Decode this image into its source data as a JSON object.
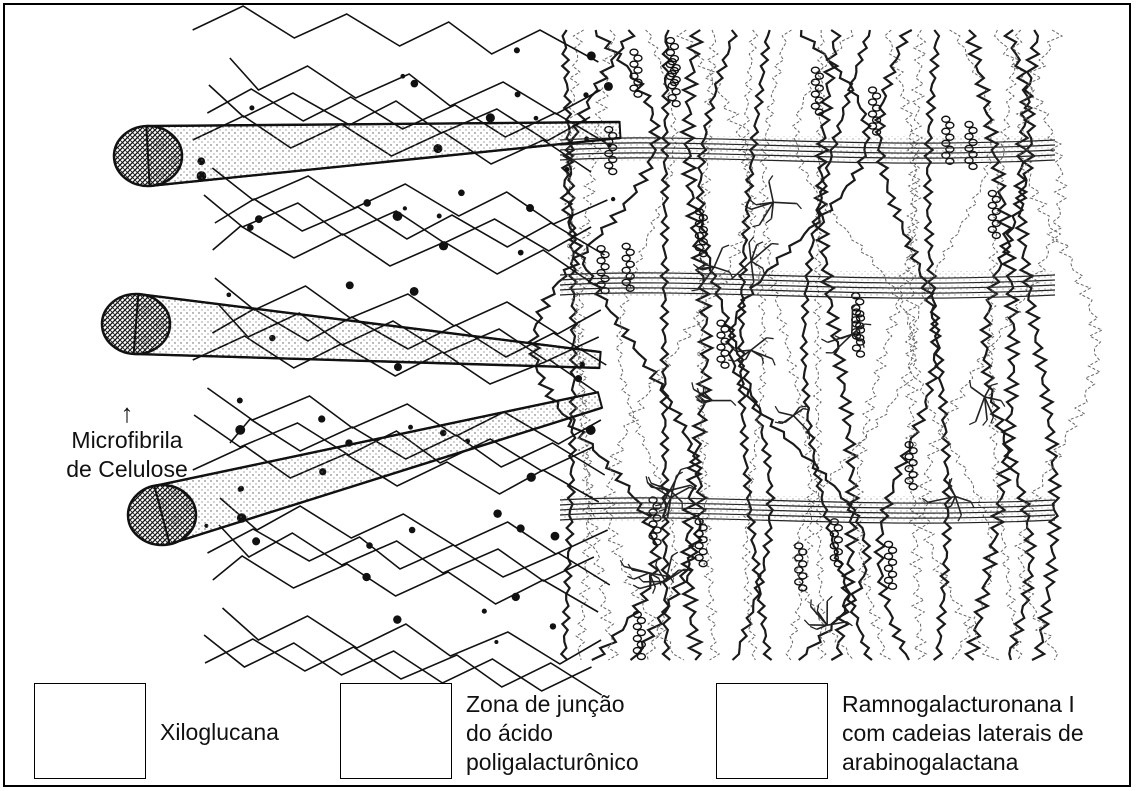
{
  "labels": {
    "microfibril": {
      "arrow": "↑",
      "lines": [
        "Microfibrila",
        "de Celulose"
      ]
    }
  },
  "legend": [
    {
      "icon": "xyloglucan-icon",
      "lines": [
        "Xiloglucana"
      ]
    },
    {
      "icon": "polygalacturonic-junction-icon",
      "lines": [
        "Zona de junção",
        "do ácido",
        "poligalacturônico"
      ]
    },
    {
      "icon": "rhamnogalacturonan-icon",
      "lines": [
        "Ramnogalacturonana I",
        "com cadeias laterais de",
        "arabinogalactana"
      ]
    }
  ],
  "colors": {
    "ink": "#111111",
    "stipple": "#555555",
    "background": "#ffffff"
  }
}
